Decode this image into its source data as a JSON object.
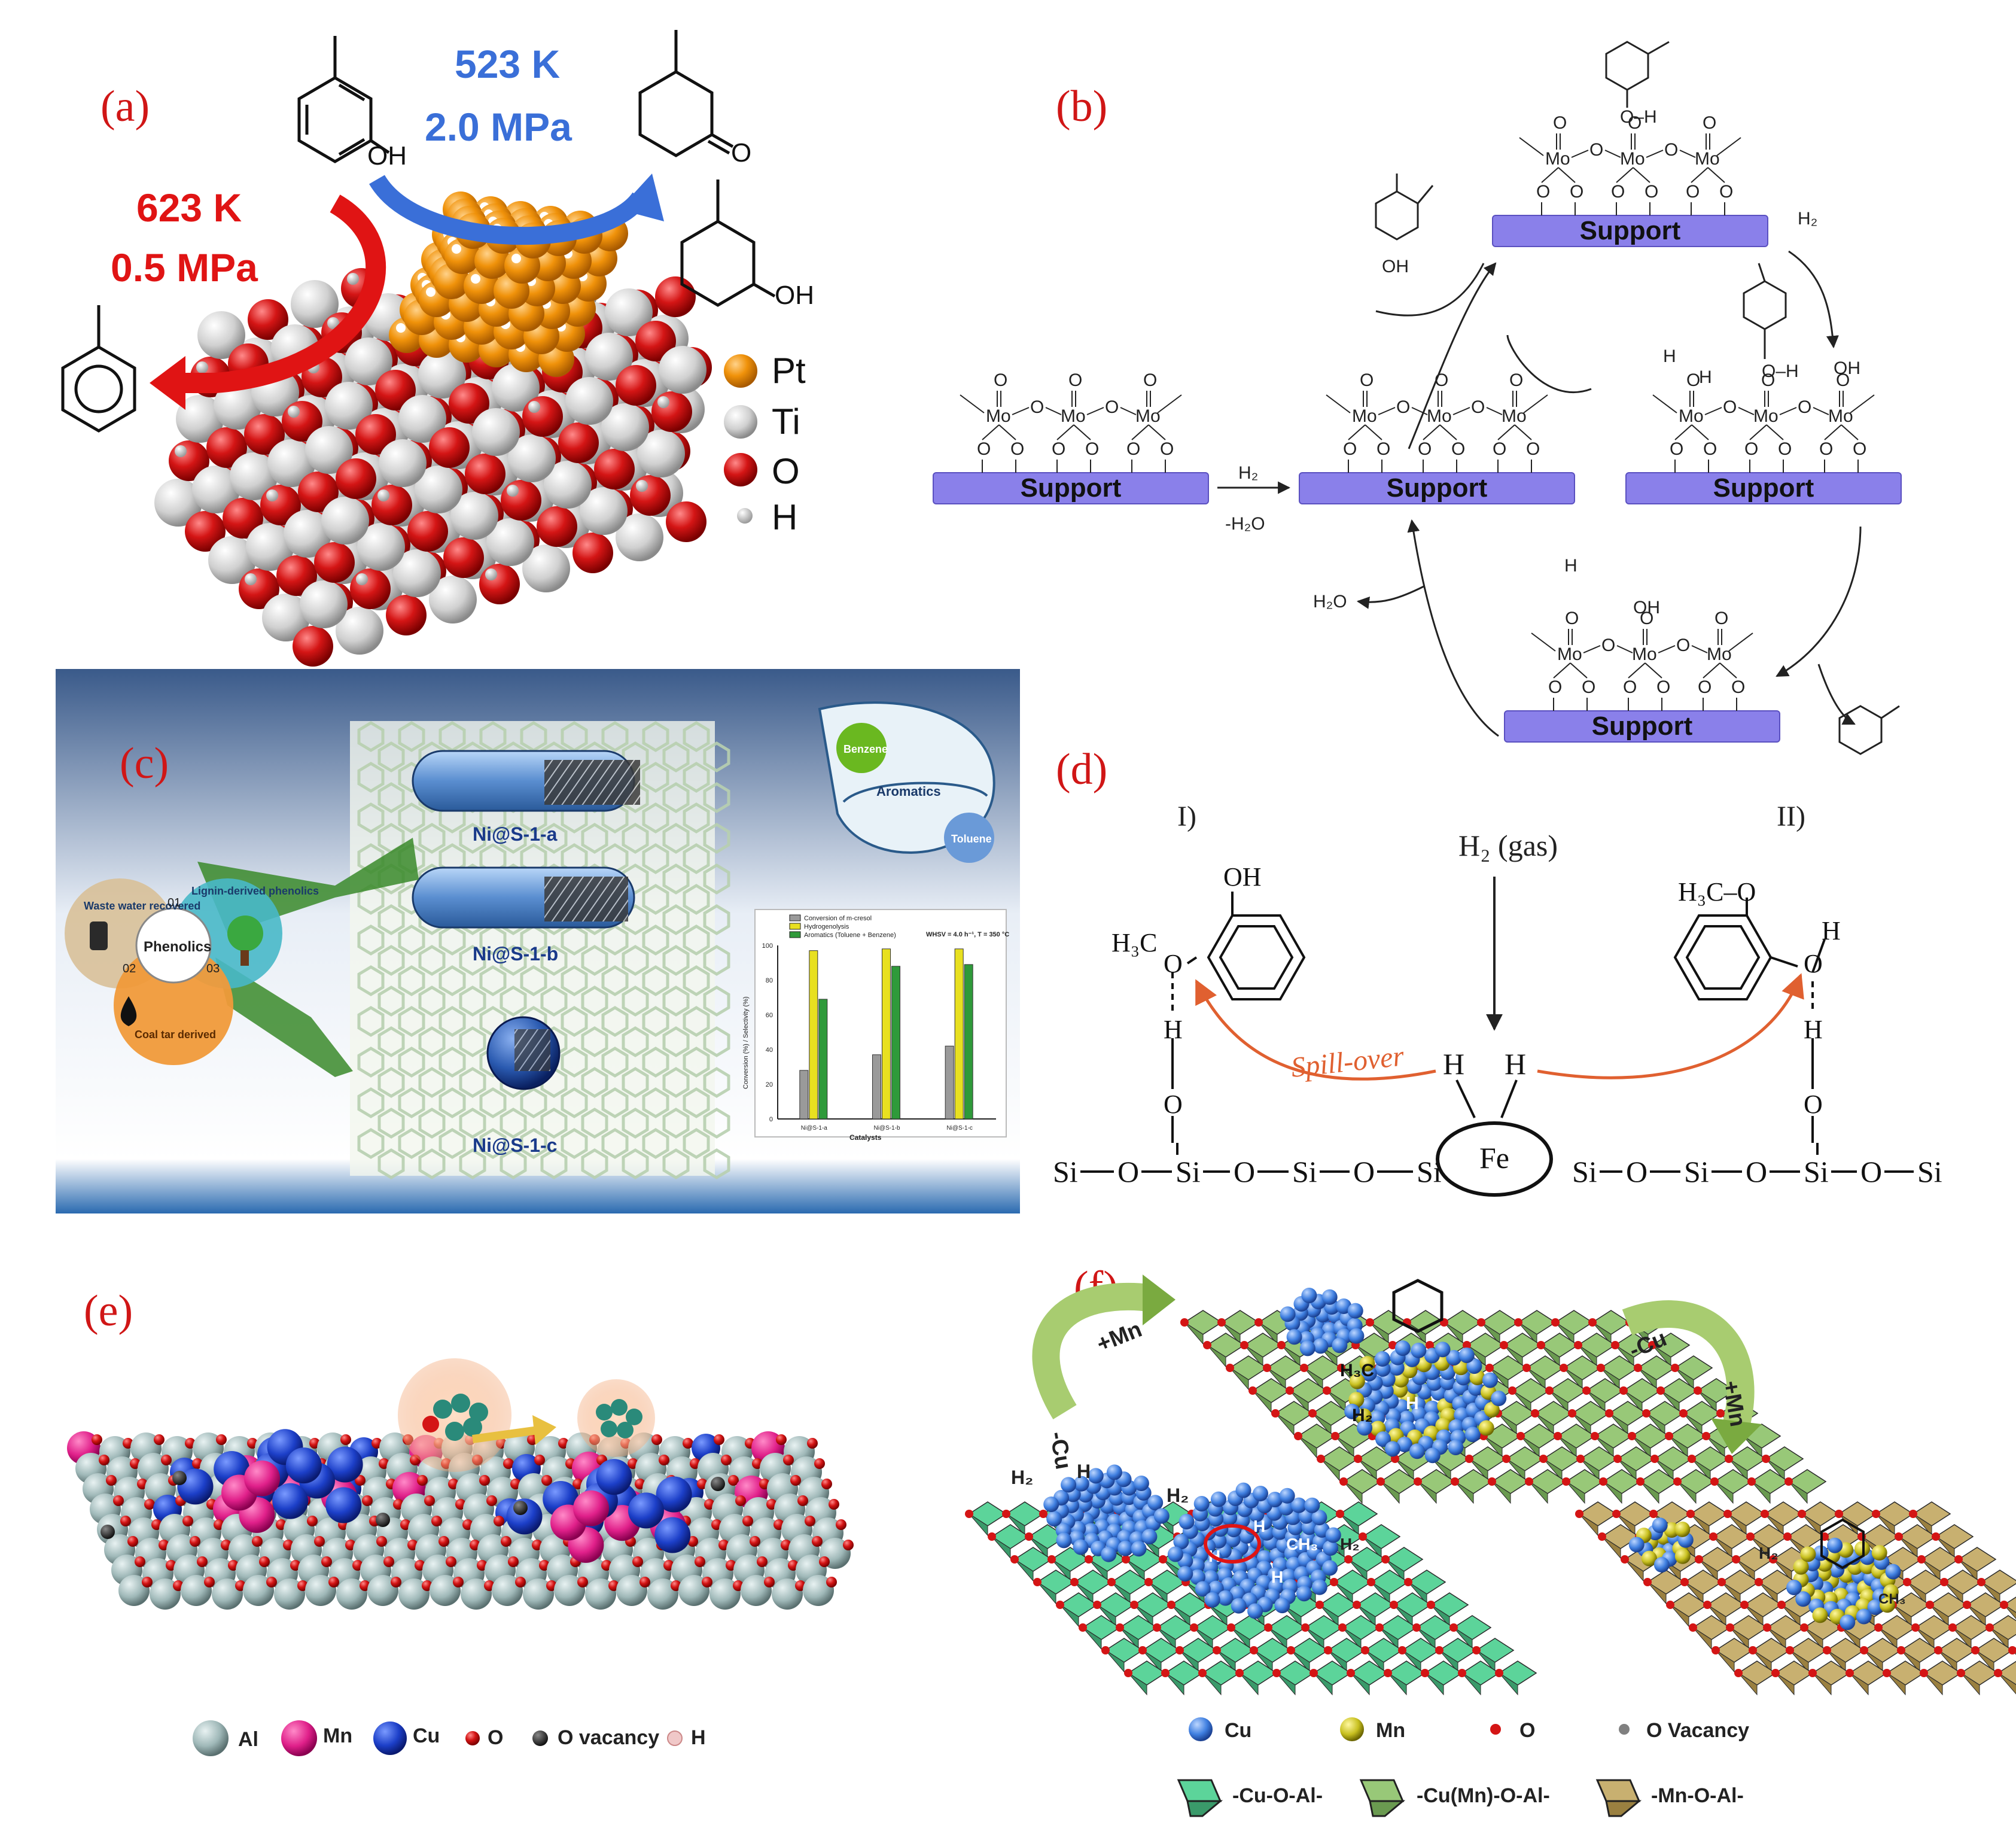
{
  "panel_a": {
    "label": "(a)",
    "cond_high": {
      "temp": "623 K",
      "pressure": "0.5 MPa",
      "color": "#e01414"
    },
    "cond_low": {
      "temp": "523 K",
      "pressure": "2.0 MPa",
      "color": "#3a6fd8"
    },
    "oh_labels": [
      "OH",
      "O",
      "OH"
    ],
    "legend": [
      {
        "label": "Pt",
        "color": "#f0920a"
      },
      {
        "label": "Ti",
        "color": "#d8d8d8"
      },
      {
        "label": "O",
        "color": "#d41515"
      },
      {
        "label": "H",
        "color": "#cfcfcf"
      }
    ]
  },
  "panel_b": {
    "label": "(b)",
    "support_label": "Support",
    "mo_label": "Mo",
    "o_label": "O",
    "h2_label": "H₂",
    "minus_h2o_label": "-H₂O",
    "h2o_label": "H₂O",
    "oh_label": "OH",
    "oh_bond_label": "O–H",
    "h_label": "H",
    "support_color": "#8a80ea"
  },
  "panel_c": {
    "label": "(c)",
    "catalysts": [
      "Ni@S-1-a",
      "Ni@S-1-b",
      "Ni@S-1-c"
    ],
    "venn": {
      "center": "Phenolics",
      "items": [
        "Waste water recovered",
        "Lignin-derived phenolics",
        "Coal tar derived"
      ],
      "nums": [
        "01",
        "02",
        "03"
      ]
    },
    "bubbles": [
      "Benzene",
      "Aromatics",
      "Toluene"
    ],
    "inset_legend": [
      "Conversion of m-cresol",
      "Hydrogenolysis",
      "Aromatics (Toluene + Benzene)"
    ],
    "inset_note": "WHSV = 4.0 h⁻¹, T = 350 °C",
    "inset_xlabel": "Catalysts",
    "inset_ylabel": "Conversion (%) / Selectivity (%)",
    "inset_yticks": [
      "0",
      "20",
      "40",
      "60",
      "80",
      "100"
    ]
  },
  "chart_data": {
    "type": "bar",
    "categories": [
      "Ni@S-1-a",
      "Ni@S-1-b",
      "Ni@S-1-c"
    ],
    "series": [
      {
        "name": "Conversion of m-cresol",
        "color": "#9a9a9a",
        "values": [
          28,
          37,
          42
        ]
      },
      {
        "name": "Hydrogenolysis",
        "color": "#e8e020",
        "values": [
          97,
          98,
          98
        ]
      },
      {
        "name": "Aromatics (Toluene + Benzene)",
        "color": "#2f9a3a",
        "values": [
          69,
          88,
          89
        ]
      }
    ],
    "xlabel": "Catalysts",
    "ylabel": "Conversion (%) / Selectivity (%)",
    "ylim": [
      0,
      100
    ]
  },
  "panel_d": {
    "label": "(d)",
    "case_left": "I)",
    "case_right": "II)",
    "h2_gas": "H₂ (gas)",
    "spillover": "Spill-over",
    "fe": "Fe",
    "backbone": [
      "Si",
      "O",
      "Si",
      "O",
      "Si",
      "O",
      "Si",
      "Si",
      "O",
      "Si",
      "O",
      "Si",
      "O",
      "Si"
    ],
    "oh": "OH",
    "h3c": "H₃C",
    "h3co": "H₃C–O",
    "o": "O",
    "h": "H"
  },
  "panel_e": {
    "label": "(e)",
    "legend": [
      {
        "label": "Al",
        "color": "#9fb8b8"
      },
      {
        "label": "Mn",
        "color": "#e0208a"
      },
      {
        "label": "Cu",
        "color": "#1c3fc8"
      },
      {
        "label": "O",
        "color": "#d41515"
      },
      {
        "label": "O vacancy",
        "color": "#222222"
      },
      {
        "label": "H",
        "color": "#f0c8c8"
      }
    ]
  },
  "panel_f": {
    "label": "(f)",
    "arrows": [
      "+Mn",
      "-Cu",
      "-Cu",
      "+Mn"
    ],
    "labels": {
      "h2": "H₂",
      "h": "H",
      "h3c": "H₃C",
      "ch3": "CH₃"
    },
    "legend": [
      {
        "label": "Cu",
        "color": "#3f7fe0"
      },
      {
        "label": "Mn",
        "color": "#c8c020"
      },
      {
        "label": "O",
        "color": "#d41515"
      },
      {
        "label": "O Vacancy",
        "color": "#808080"
      }
    ],
    "poly_legend": [
      {
        "label": "-Cu-O-Al-",
        "color": "#5cd49a"
      },
      {
        "label": "-Cu(Mn)-O-Al-",
        "color": "#98c878"
      },
      {
        "label": "-Mn-O-Al-",
        "color": "#c8b070"
      }
    ]
  }
}
